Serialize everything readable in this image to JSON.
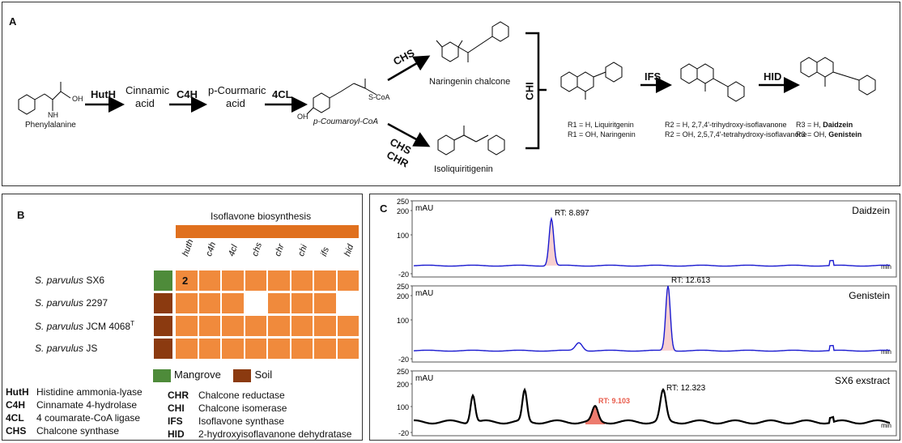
{
  "panel_a": {
    "label": "A",
    "phenylalanine": "Phenylalanine",
    "nh2": "NH",
    "oh": "OH",
    "cinnamic": [
      "Cinnamic",
      "acid"
    ],
    "pcoumaric": [
      "p-Courmaric",
      "acid"
    ],
    "pcoumaroyl": "p-Coumaroyl-CoA",
    "scoa": "S-CoA",
    "naringenin_chalcone": "Naringenin chalcone",
    "isoliquiritigenin": "Isoliquiritigenin",
    "enzymes": {
      "huth": "HutH",
      "c4h": "C4H",
      "cl4": "4CL",
      "chs1": "CHS",
      "chs2": "CHS",
      "chr": "CHR",
      "chi": "CHI",
      "ifs": "IFS",
      "hid": "HID"
    },
    "flavanone_r1_h": "R1 = H, Liquiritgenin",
    "flavanone_r1_oh": "R1 = OH, Naringenin",
    "hydroxy_r2_h": "R2 = H, 2,7,4'-trihydroxy-isoflavanone",
    "hydroxy_r2_oh": "R2 = OH, 2,5,7,4'-tetrahydroxy-isoflavanone",
    "isoflavone_r3_h": [
      "R3 = H, ",
      "Daidzein"
    ],
    "isoflavone_r3_oh": [
      "R3 = OH, ",
      "Genistein"
    ]
  },
  "panel_b": {
    "label": "B",
    "title": "Isoflavone biosynthesis",
    "columns": [
      "huth",
      "c4h",
      "4cl",
      "chs",
      "chr",
      "chi",
      "ifs",
      "hid"
    ],
    "rows": [
      {
        "species": "S. parvulus",
        "strain": "SX6",
        "sup": "",
        "env": "Mangrove",
        "present": [
          1,
          1,
          1,
          1,
          1,
          1,
          1,
          1
        ],
        "note": "2"
      },
      {
        "species": "S. parvulus",
        "strain": "2297",
        "sup": "",
        "env": "Soil",
        "present": [
          1,
          1,
          1,
          0,
          1,
          1,
          1,
          0
        ],
        "note": ""
      },
      {
        "species": "S. parvulus",
        "strain": "JCM 4068",
        "sup": "T",
        "env": "Soil",
        "present": [
          1,
          1,
          1,
          1,
          1,
          1,
          1,
          1
        ],
        "note": ""
      },
      {
        "species": "S. parvulus",
        "strain": "JS",
        "sup": "",
        "env": "Soil",
        "present": [
          1,
          1,
          1,
          1,
          1,
          1,
          1,
          1
        ],
        "note": ""
      }
    ],
    "legend": [
      {
        "label": "Mangrove",
        "color": "#4e8b3a"
      },
      {
        "label": "Soil",
        "color": "#8b3a10"
      }
    ],
    "colors": {
      "gene": "#f08a3c",
      "header": "#e0701e"
    },
    "abbreviations_left": [
      {
        "abbr": "HutH",
        "name": "Histidine ammonia-lyase"
      },
      {
        "abbr": "C4H",
        "name": "Cinnamate 4-hydrolase"
      },
      {
        "abbr": "4CL",
        "name": "4 coumarate-CoA ligase"
      },
      {
        "abbr": "CHS",
        "name": "Chalcone synthase"
      }
    ],
    "abbreviations_right": [
      {
        "abbr": "CHR",
        "name": "Chalcone reductase"
      },
      {
        "abbr": "CHI",
        "name": "Chalcone isomerase"
      },
      {
        "abbr": "IFS",
        "name": "Isoflavone synthase"
      },
      {
        "abbr": "HID",
        "name": "2-hydroxyisoflavanone dehydratase"
      }
    ]
  },
  "panel_c": {
    "label": "C",
    "chromatograms": [
      {
        "name": "Daidzein",
        "ylabel": "mAU",
        "yticks": [
          "250",
          "200",
          "100",
          "-20"
        ],
        "xunit": "min",
        "peak_label": "RT: 8.897",
        "peak_color": "#1a1ad0",
        "highlight": false
      },
      {
        "name": "Genistein",
        "ylabel": "mAU",
        "yticks": [
          "250",
          "200",
          "100",
          "-20"
        ],
        "xunit": "min",
        "peak_label": "RT: 12.613",
        "peak_color": "#1a1ad0",
        "highlight": false
      },
      {
        "name": "SX6 exstract",
        "ylabel": "mAU",
        "yticks": [
          "250",
          "200",
          "100",
          "-20"
        ],
        "xunit": "min",
        "peak_label": "RT: 12.323",
        "peak_label2": "RT: 9.103",
        "peak_color": "#000000",
        "highlight": true
      }
    ]
  }
}
